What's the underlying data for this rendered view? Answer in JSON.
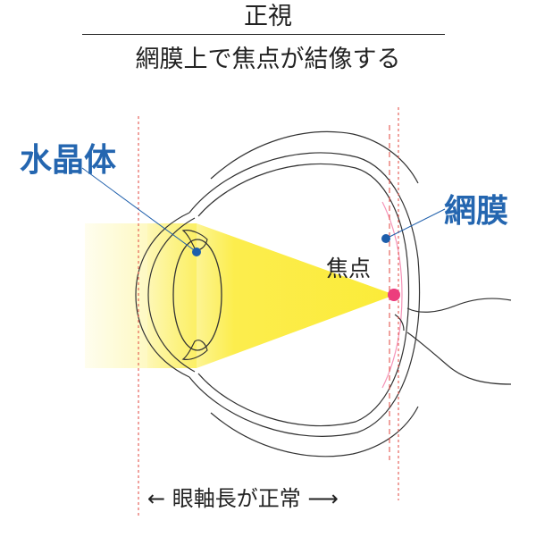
{
  "title": "正視",
  "subtitle": "網膜上で焦点が結像する",
  "labels": {
    "lens": "水晶体",
    "retina": "網膜",
    "focus": "焦点",
    "axial_length": "←  眼軸長が正常  ⟶"
  },
  "colors": {
    "label_blue": "#2466b0",
    "marker_blue": "#1d5eab",
    "focus_pink": "#ec3d7d",
    "guide_red": "#e0443e",
    "light_yellow": "#fbea2e",
    "outline": "#333333"
  }
}
